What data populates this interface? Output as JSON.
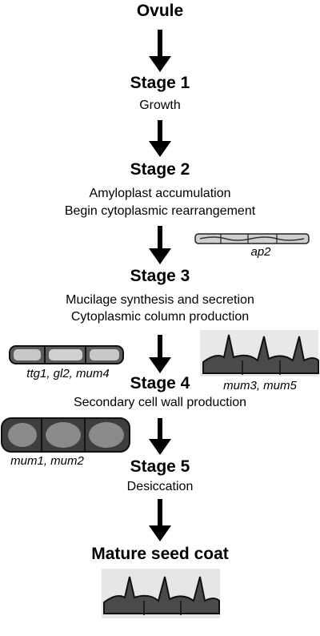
{
  "stages": [
    {
      "title": "Ovule",
      "lines": []
    },
    {
      "title": "Stage 1",
      "lines": [
        "Growth"
      ]
    },
    {
      "title": "Stage 2",
      "lines": [
        "Amyloplast accumulation",
        "Begin cytoplasmic rearrangement"
      ]
    },
    {
      "title": "Stage 3",
      "lines": [
        "Mucilage synthesis and secretion",
        "Cytoplasmic column production"
      ]
    },
    {
      "title": "Stage 4",
      "lines": [
        "Secondary cell wall production"
      ]
    },
    {
      "title": "Stage 5",
      "lines": [
        "Desiccation"
      ]
    },
    {
      "title": "Mature seed coat",
      "lines": []
    }
  ],
  "mutants": {
    "ap2": "ap2",
    "ttg1_gl2_mum4": "ttg1, gl2, mum4",
    "mum3_mum5": "mum3, mum5",
    "mum1_mum2": "mum1, mum2"
  }
}
